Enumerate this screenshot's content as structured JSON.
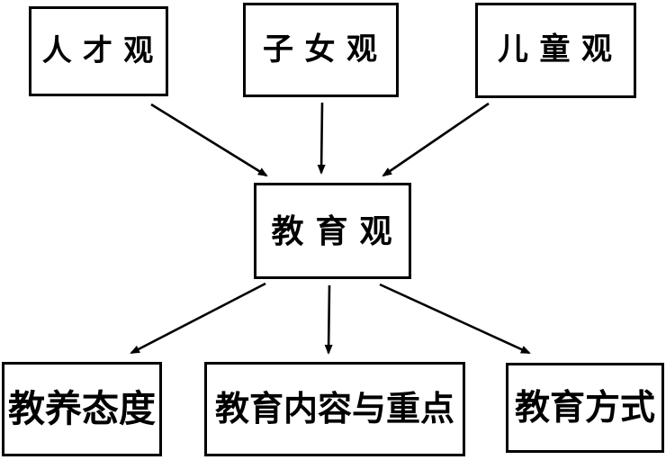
{
  "diagram": {
    "background_color": "#ffffff",
    "line_color": "#000000",
    "nodes": {
      "talent": {
        "label": "人 才 观"
      },
      "children": {
        "label": "子 女 观"
      },
      "child": {
        "label": "儿 童 观"
      },
      "education": {
        "label": "教 育 观"
      },
      "attitude": {
        "label": "教养态度"
      },
      "content": {
        "label": "教育内容与重点"
      },
      "method": {
        "label": "教育方式"
      }
    },
    "edges": [
      {
        "from": "talent",
        "to": "education"
      },
      {
        "from": "children",
        "to": "education"
      },
      {
        "from": "child",
        "to": "education"
      },
      {
        "from": "education",
        "to": "attitude"
      },
      {
        "from": "education",
        "to": "content"
      },
      {
        "from": "education",
        "to": "method"
      }
    ]
  }
}
